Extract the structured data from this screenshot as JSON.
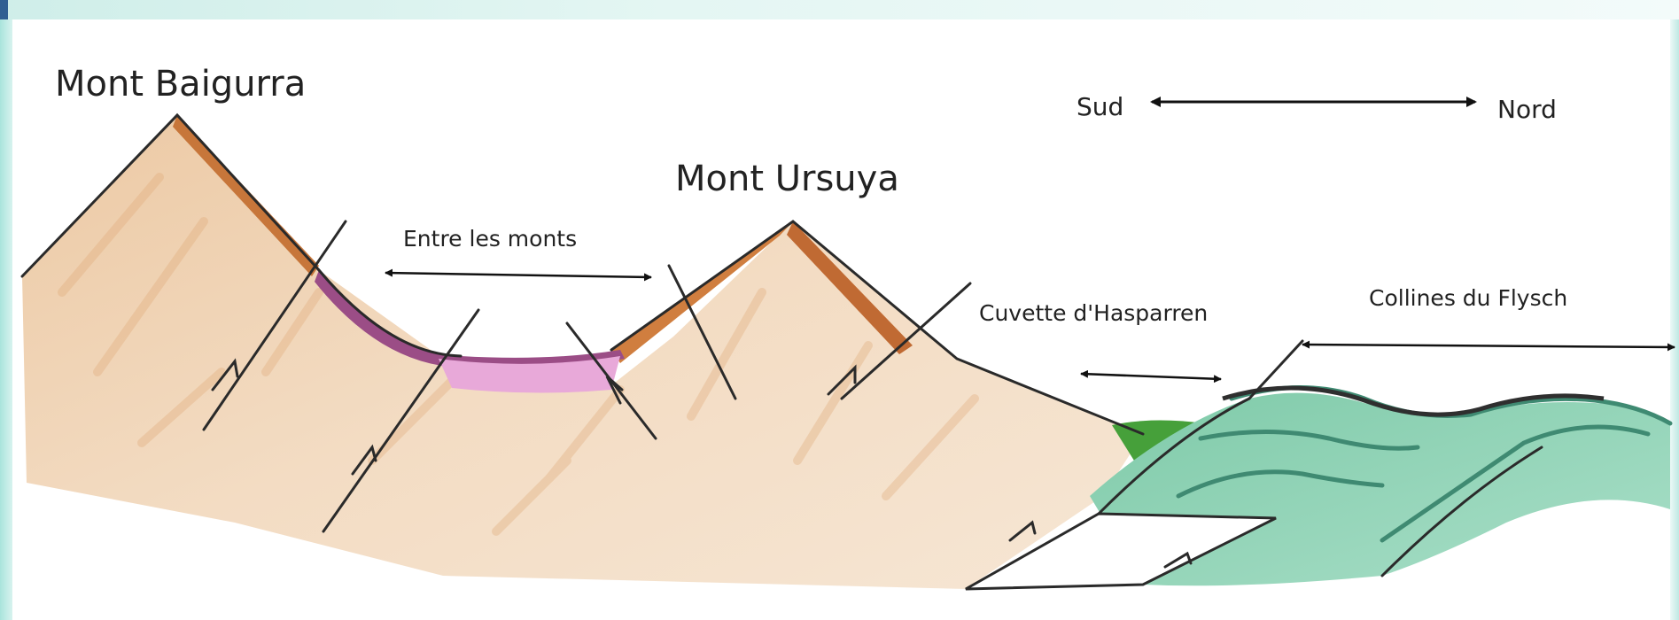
{
  "labels": {
    "mont_baigurra": "Mont Baigurra",
    "mont_ursuya": "Mont Ursuya",
    "entre_les_monts": "Entre les monts",
    "cuvette_hasparren": "Cuvette d'Hasparren",
    "collines_flysch": "Collines du Flysch",
    "sud": "Sud",
    "nord": "Nord"
  },
  "colors": {
    "basement": "#f1dcc4",
    "basement_streak": "#e4b888",
    "cover_orange": "#cf7a3c",
    "pink_layer": "#e7a6d8",
    "purple_edge": "#9a4a86",
    "green_basin": "#4cab3e",
    "flysch_green": "#8fd3b8",
    "flysch_dark": "#3f8f78",
    "line": "#2a2a2a"
  }
}
